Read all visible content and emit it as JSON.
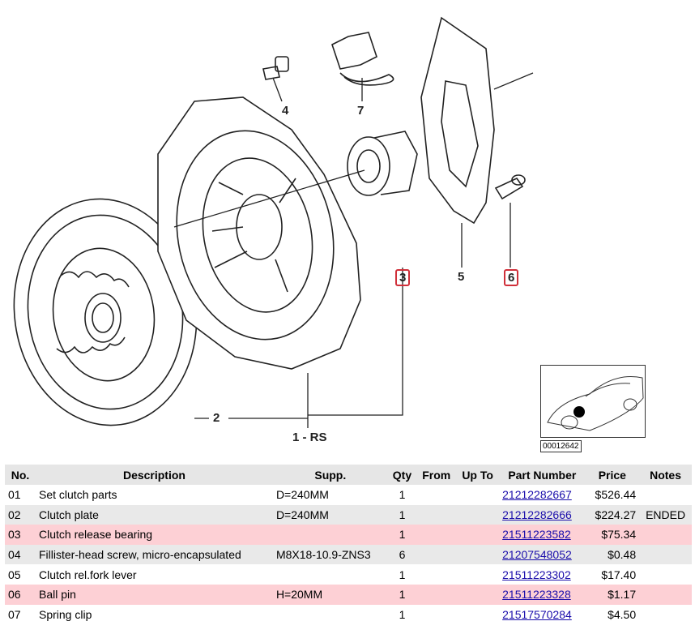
{
  "diagram": {
    "callouts": [
      {
        "id": "4",
        "label": "4",
        "highlighted": false
      },
      {
        "id": "7",
        "label": "7",
        "highlighted": false
      },
      {
        "id": "3",
        "label": "3",
        "highlighted": true
      },
      {
        "id": "5",
        "label": "5",
        "highlighted": false
      },
      {
        "id": "6",
        "label": "6",
        "highlighted": true
      },
      {
        "id": "2",
        "label": "2",
        "highlighted": false
      },
      {
        "id": "1",
        "label": "1 - RS",
        "highlighted": false
      }
    ],
    "inset_code": "00012642",
    "highlight_color": "#d0303a"
  },
  "table": {
    "headers": [
      "No.",
      "Description",
      "Supp.",
      "Qty",
      "From",
      "Up To",
      "Part Number",
      "Price",
      "Notes"
    ],
    "rows": [
      {
        "no": "01",
        "description": "Set clutch parts",
        "supp": "D=240MM",
        "qty": "1",
        "from": "",
        "upto": "",
        "part": "21212282667",
        "price": "$526.44",
        "notes": "",
        "style": "plain"
      },
      {
        "no": "02",
        "description": "Clutch plate",
        "supp": "D=240MM",
        "qty": "1",
        "from": "",
        "upto": "",
        "part": "21212282666",
        "price": "$224.27",
        "notes": "ENDED",
        "style": "alt"
      },
      {
        "no": "03",
        "description": "Clutch release bearing",
        "supp": "",
        "qty": "1",
        "from": "",
        "upto": "",
        "part": "21511223582",
        "price": "$75.34",
        "notes": "",
        "style": "hl"
      },
      {
        "no": "04",
        "description": "Fillister-head screw, micro-encapsulated",
        "supp": "M8X18-10.9-ZNS3",
        "qty": "6",
        "from": "",
        "upto": "",
        "part": "21207548052",
        "price": "$0.48",
        "notes": "",
        "style": "alt"
      },
      {
        "no": "05",
        "description": "Clutch rel.fork lever",
        "supp": "",
        "qty": "1",
        "from": "",
        "upto": "",
        "part": "21511223302",
        "price": "$17.40",
        "notes": "",
        "style": "plain"
      },
      {
        "no": "06",
        "description": "Ball pin",
        "supp": "H=20MM",
        "qty": "1",
        "from": "",
        "upto": "",
        "part": "21511223328",
        "price": "$1.17",
        "notes": "",
        "style": "hl"
      },
      {
        "no": "07",
        "description": "Spring clip",
        "supp": "",
        "qty": "1",
        "from": "",
        "upto": "",
        "part": "21517570284",
        "price": "$4.50",
        "notes": "",
        "style": "plain"
      }
    ]
  }
}
